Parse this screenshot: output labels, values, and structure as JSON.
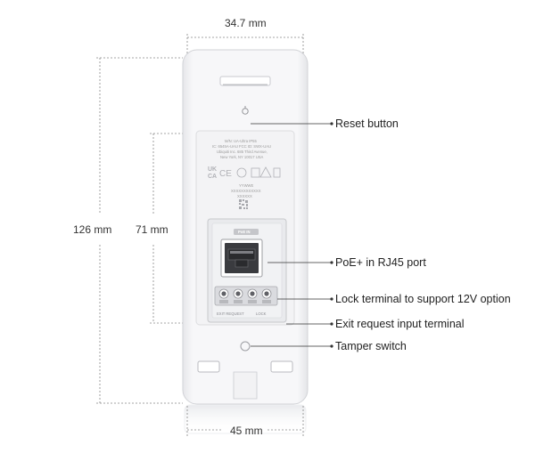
{
  "dimensions": {
    "top_width": "34.7 mm",
    "total_height": "126 mm",
    "label_height": "71 mm",
    "bottom_width": "45 mm"
  },
  "callouts": {
    "reset": "Reset button",
    "poe": "PoE+ in RJ45 port",
    "lock": "Lock terminal to support 12V option",
    "exit": "Exit request input terminal",
    "tamper": "Tamper switch"
  },
  "label_text": {
    "line1": "M/N: UA-Ultra  IP55",
    "line2": "IC: 6545A-UAU  FCC ID: SWX-UAU",
    "line3": "Ubiquiti Inc. 685 Third Avenue,",
    "line4": "New York, NY 10017 USA",
    "yyww": "YYWWE",
    "serial": "XXXXXXXXXXXX",
    "code": "XXXXXX"
  },
  "port_labels": {
    "poe": "PoE IN",
    "exit_request": "EXIT REQUEST",
    "lock": "LOCK"
  }
}
